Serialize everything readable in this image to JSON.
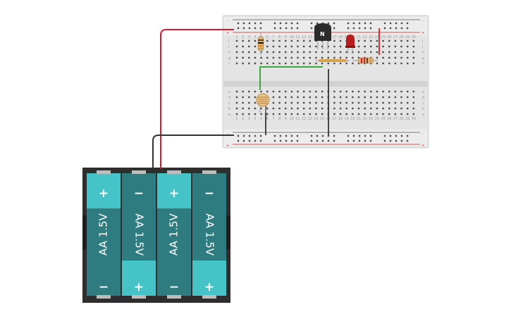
{
  "breadboard": {
    "rail_plus": "+",
    "rail_minus": "−",
    "column_numbers": [
      "1",
      "2",
      "3",
      "4",
      "5",
      "6",
      "7",
      "8",
      "9",
      "10",
      "11",
      "12",
      "13",
      "14",
      "15",
      "16",
      "17",
      "18",
      "19",
      "20",
      "21",
      "22",
      "23",
      "24",
      "25",
      "26",
      "27",
      "28",
      "29",
      "30"
    ],
    "row_letters_top": [
      "j",
      "i",
      "h",
      "g",
      "f"
    ],
    "row_letters_bottom": [
      "e",
      "d",
      "c",
      "b",
      "a"
    ]
  },
  "transistor": {
    "label": "N"
  },
  "battery_pack": {
    "cells": [
      {
        "top_symbol": "+",
        "bottom_symbol": "−",
        "label": "AA 1.5V",
        "orientation": "up"
      },
      {
        "top_symbol": "−",
        "bottom_symbol": "+",
        "label": "AA 1.5V",
        "orientation": "down"
      },
      {
        "top_symbol": "+",
        "bottom_symbol": "−",
        "label": "AA 1.5V",
        "orientation": "up"
      },
      {
        "top_symbol": "−",
        "bottom_symbol": "+",
        "label": "AA 1.5V",
        "orientation": "down"
      }
    ]
  },
  "colors": {
    "cell_body": "#2f7c80",
    "cell_terminal": "#46c3c6",
    "case": "#2e2e2e",
    "wire_red": "#d0202a",
    "wire_black": "#333333",
    "wire_green": "#3aa83a",
    "breadboard": "#e6e6e6",
    "led": "#b81d1d"
  }
}
